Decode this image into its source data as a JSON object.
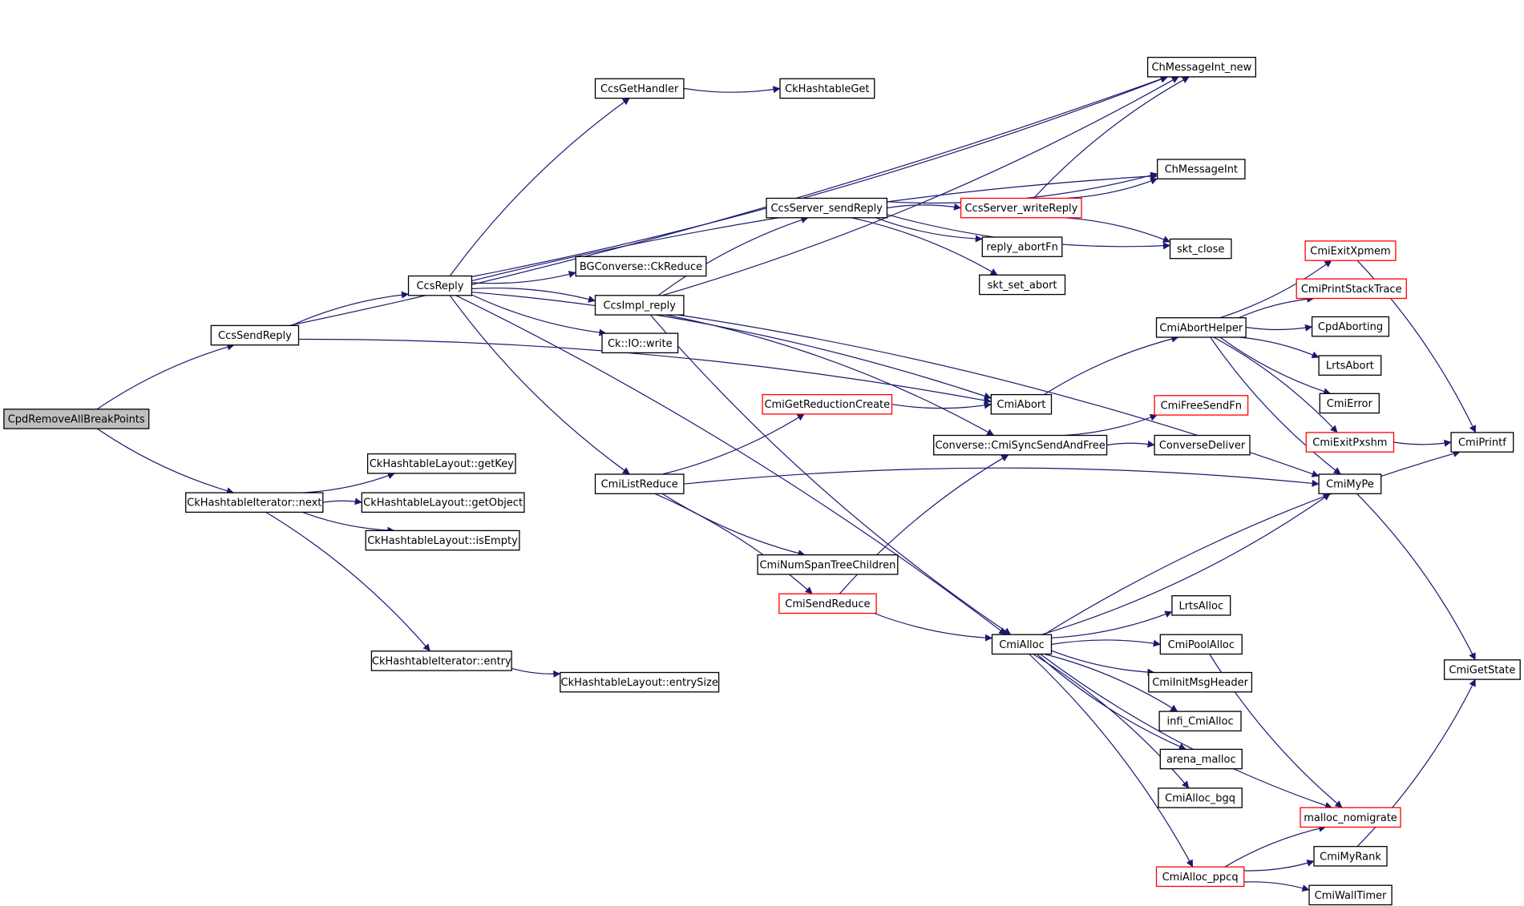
{
  "nodes": {
    "root": {
      "label": "CpdRemoveAllBreakPoints",
      "state": "root"
    },
    "ccssendreply": {
      "label": "CcsSendReply"
    },
    "ckhashiternext": {
      "label": "CkHashtableIterator::next"
    },
    "ccsreply": {
      "label": "CcsReply"
    },
    "getkey": {
      "label": "CkHashtableLayout::getKey"
    },
    "getobject": {
      "label": "CkHashtableLayout::getObject"
    },
    "isempty": {
      "label": "CkHashtableLayout::isEmpty"
    },
    "iterentry": {
      "label": "CkHashtableIterator::entry"
    },
    "entrysize": {
      "label": "CkHashtableLayout::entrySize"
    },
    "ccsgethandler": {
      "label": "CcsGetHandler"
    },
    "ckhashget": {
      "label": "CkHashtableGet"
    },
    "bgreduce": {
      "label": "BGConverse::CkReduce"
    },
    "ccsimplreply": {
      "label": "CcsImpl_reply"
    },
    "ckiowrite": {
      "label": "Ck::IO::write"
    },
    "cmilistreduce": {
      "label": "CmiListReduce"
    },
    "ccsserversend": {
      "label": "CcsServer_sendReply"
    },
    "ccsserverwrite": {
      "label": "CcsServer_writeReply",
      "state": "truncated"
    },
    "replyabort": {
      "label": "reply_abortFn"
    },
    "sktsetabort": {
      "label": "skt_set_abort"
    },
    "sktclose": {
      "label": "skt_close"
    },
    "chmsgnew": {
      "label": "ChMessageInt_new"
    },
    "chmsg": {
      "label": "ChMessageInt"
    },
    "cmigetredcreate": {
      "label": "CmiGetReductionCreate",
      "state": "truncated"
    },
    "cmiabort": {
      "label": "CmiAbort"
    },
    "syncsend": {
      "label": "Converse::CmiSyncSendAndFree"
    },
    "cmifreesendfn": {
      "label": "CmiFreeSendFn",
      "state": "truncated"
    },
    "conversedeliver": {
      "label": "ConverseDeliver"
    },
    "numspan": {
      "label": "CmiNumSpanTreeChildren"
    },
    "cmisendreduce": {
      "label": "CmiSendReduce",
      "state": "truncated"
    },
    "cmialloc": {
      "label": "CmiAlloc"
    },
    "cmiaborthelper": {
      "label": "CmiAbortHelper"
    },
    "cmiexitxpmem": {
      "label": "CmiExitXpmem",
      "state": "truncated"
    },
    "cmiprintstack": {
      "label": "CmiPrintStackTrace",
      "state": "truncated"
    },
    "cpdaborting": {
      "label": "CpdAborting"
    },
    "lrtsabort": {
      "label": "LrtsAbort"
    },
    "cmierror": {
      "label": "CmiError"
    },
    "cmiexitpxshm": {
      "label": "CmiExitPxshm",
      "state": "truncated"
    },
    "cmiprintf": {
      "label": "CmiPrintf"
    },
    "cmimype": {
      "label": "CmiMyPe"
    },
    "cmigetstate": {
      "label": "CmiGetState"
    },
    "lrtsalloc": {
      "label": "LrtsAlloc"
    },
    "cmipoolalloc": {
      "label": "CmiPoolAlloc"
    },
    "cmiinitmsg": {
      "label": "CmiInitMsgHeader"
    },
    "inficmialloc": {
      "label": "infi_CmiAlloc"
    },
    "arenamalloc": {
      "label": "arena_malloc"
    },
    "cmiallocbgq": {
      "label": "CmiAlloc_bgq"
    },
    "mallocnomig": {
      "label": "malloc_nomigrate",
      "state": "truncated"
    },
    "cmiallocppcq": {
      "label": "CmiAlloc_ppcq",
      "state": "truncated"
    },
    "cmimyrank": {
      "label": "CmiMyRank"
    },
    "cmiwalltimer": {
      "label": "CmiWallTimer"
    }
  },
  "edges": [
    [
      "root",
      "ccssendreply"
    ],
    [
      "root",
      "ckhashiternext"
    ],
    [
      "ccssendreply",
      "ccsreply"
    ],
    [
      "ccssendreply",
      "chmsgnew"
    ],
    [
      "ccssendreply",
      "cmiabort"
    ],
    [
      "ckhashiternext",
      "getkey"
    ],
    [
      "ckhashiternext",
      "getobject"
    ],
    [
      "ckhashiternext",
      "isempty"
    ],
    [
      "ckhashiternext",
      "iterentry"
    ],
    [
      "iterentry",
      "entrysize"
    ],
    [
      "ccsreply",
      "ccsgethandler"
    ],
    [
      "ccsreply",
      "chmsgnew"
    ],
    [
      "ccsreply",
      "chmsg"
    ],
    [
      "ccsreply",
      "bgreduce"
    ],
    [
      "ccsreply",
      "ccsimplreply"
    ],
    [
      "ccsreply",
      "ckiowrite"
    ],
    [
      "ccsreply",
      "cmiabort"
    ],
    [
      "ccsreply",
      "cmilistreduce"
    ],
    [
      "ccsreply",
      "cmialloc"
    ],
    [
      "ccsgethandler",
      "ckhashget"
    ],
    [
      "ccsimplreply",
      "ccsserversend"
    ],
    [
      "ccsimplreply",
      "chmsgnew"
    ],
    [
      "ccsimplreply",
      "syncsend"
    ],
    [
      "ccsimplreply",
      "cmialloc"
    ],
    [
      "ccsimplreply",
      "cmimype"
    ],
    [
      "ccsserversend",
      "chmsg"
    ],
    [
      "ccsserversend",
      "ccsserverwrite"
    ],
    [
      "ccsserversend",
      "replyabort"
    ],
    [
      "ccsserversend",
      "sktsetabort"
    ],
    [
      "ccsserversend",
      "sktclose"
    ],
    [
      "ccsserverwrite",
      "chmsgnew"
    ],
    [
      "ccsserverwrite",
      "chmsg"
    ],
    [
      "ccsserverwrite",
      "sktclose"
    ],
    [
      "cmilistreduce",
      "cmigetredcreate"
    ],
    [
      "cmilistreduce",
      "cmimype"
    ],
    [
      "cmilistreduce",
      "numspan"
    ],
    [
      "cmilistreduce",
      "cmisendreduce"
    ],
    [
      "cmigetredcreate",
      "cmiabort"
    ],
    [
      "cmisendreduce",
      "syncsend"
    ],
    [
      "cmisendreduce",
      "cmialloc"
    ],
    [
      "cmiabort",
      "cmiaborthelper"
    ],
    [
      "syncsend",
      "cmifreesendfn"
    ],
    [
      "syncsend",
      "conversedeliver"
    ],
    [
      "cmiaborthelper",
      "cmiexitxpmem"
    ],
    [
      "cmiaborthelper",
      "cmiprintstack"
    ],
    [
      "cmiaborthelper",
      "cpdaborting"
    ],
    [
      "cmiaborthelper",
      "lrtsabort"
    ],
    [
      "cmiaborthelper",
      "cmierror"
    ],
    [
      "cmiaborthelper",
      "cmiexitpxshm"
    ],
    [
      "cmiaborthelper",
      "cmimype"
    ],
    [
      "cmiexitxpmem",
      "cmiprintf"
    ],
    [
      "cmiexitpxshm",
      "cmiprintf"
    ],
    [
      "cmimype",
      "cmigetstate"
    ],
    [
      "cmialloc",
      "cmimype"
    ],
    [
      "cmialloc",
      "cmiprintf"
    ],
    [
      "cmialloc",
      "lrtsalloc"
    ],
    [
      "cmialloc",
      "cmipoolalloc"
    ],
    [
      "cmialloc",
      "cmiinitmsg"
    ],
    [
      "cmialloc",
      "inficmialloc"
    ],
    [
      "cmialloc",
      "arenamalloc"
    ],
    [
      "cmialloc",
      "cmiallocbgq"
    ],
    [
      "cmialloc",
      "mallocnomig"
    ],
    [
      "cmialloc",
      "cmiallocppcq"
    ],
    [
      "cmipoolalloc",
      "mallocnomig"
    ],
    [
      "cmiallocppcq",
      "mallocnomig"
    ],
    [
      "cmiallocppcq",
      "cmimyrank"
    ],
    [
      "cmiallocppcq",
      "cmiwalltimer"
    ],
    [
      "cmimyrank",
      "cmigetstate"
    ]
  ],
  "colors": {
    "edge": "#191970",
    "truncated_border": "#ff0000",
    "root_fill": "#bfbfbf"
  }
}
